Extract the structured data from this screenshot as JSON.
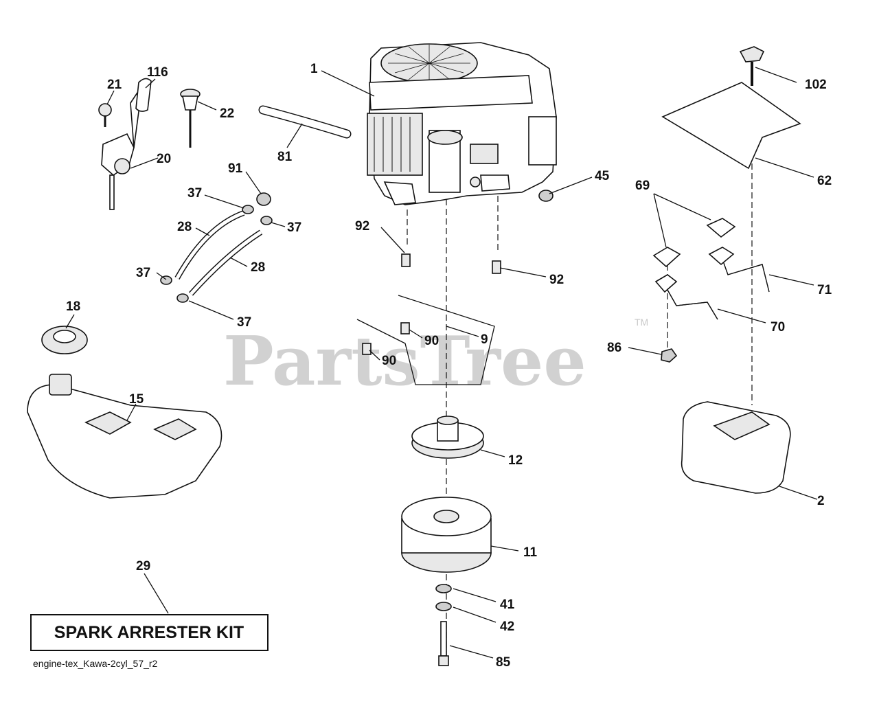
{
  "watermark": {
    "text": "PartsTree",
    "tm": "TM"
  },
  "kit_label": "SPARK ARRESTER KIT",
  "diagram_code": "engine-tex_Kawa-2cyl_57_r2",
  "callouts": {
    "c1": "1",
    "c116": "116",
    "c21": "21",
    "c22": "22",
    "c20": "20",
    "c81": "81",
    "c91": "91",
    "c37a": "37",
    "c37b": "37",
    "c28a": "28",
    "c28b": "28",
    "c37c": "37",
    "c37d": "37",
    "c45": "45",
    "c92a": "92",
    "c92b": "92",
    "c102": "102",
    "c62": "62",
    "c69": "69",
    "c71": "71",
    "c70": "70",
    "c86": "86",
    "c18": "18",
    "c15": "15",
    "c90a": "90",
    "c90b": "90",
    "c9": "9",
    "c12": "12",
    "c2": "2",
    "c11": "11",
    "c29": "29",
    "c41": "41",
    "c42": "42",
    "c85": "85"
  }
}
